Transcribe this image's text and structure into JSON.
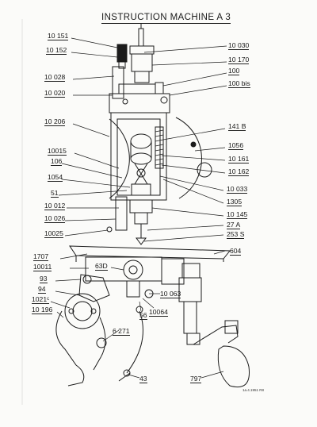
{
  "title": "INSTRUCTION   MACHINE  A 3",
  "labels": {
    "l10151": "10 151",
    "l10152": "10 152",
    "l10028": "10 028",
    "l10020": "10 020",
    "l10206": "10 206",
    "l10015": "10015",
    "l106": "106",
    "l1054": "1054",
    "l51": "51",
    "l10012": "10 012",
    "l10026": "10 026",
    "l10025": "10025",
    "l1707": "1707",
    "l10011": "10011",
    "l63d": "63D",
    "l93": "93",
    "l94": "94",
    "l1021c": "1021ᶜ",
    "l10196": "10 196",
    "l10030": "10 030",
    "l10170": "10 170",
    "l100": "100",
    "l100bis": "100 bis",
    "l141b": "141 B",
    "l1056": "1056",
    "l10161": "10 161",
    "l10162": "10 162",
    "l10033": "10 033",
    "l1305": "1305",
    "l10145": "10 145",
    "l27a": "27 A",
    "l253s": "253 S",
    "l604": "604",
    "l56": "56",
    "l10063": "10 063",
    "l10064": "10064",
    "l6271": "6  271",
    "l43": "43",
    "l797": "797"
  },
  "stamp": "1a.4.1951 R8"
}
